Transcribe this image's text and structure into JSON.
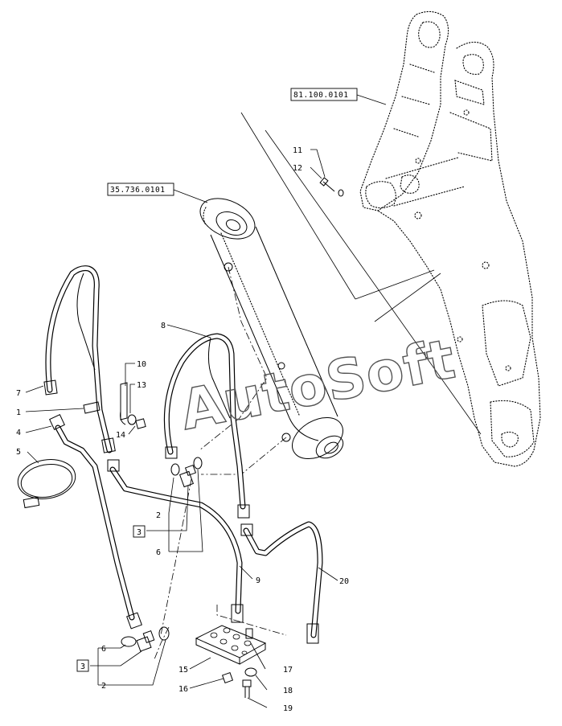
{
  "watermark": "AutoSoft",
  "references": {
    "boom": "81.100.0101",
    "cylinder": "35.736.0101"
  },
  "callouts": {
    "c1": "1",
    "c2a": "2",
    "c2b": "2",
    "c3a": "3",
    "c3b": "3",
    "c4": "4",
    "c5": "5",
    "c6a": "6",
    "c6b": "6",
    "c7": "7",
    "c8": "8",
    "c9": "9",
    "c10": "10",
    "c11": "11",
    "c12": "12",
    "c13": "13",
    "c14": "14",
    "c15": "15",
    "c16": "16",
    "c17": "17",
    "c18": "18",
    "c19": "19",
    "c20": "20"
  }
}
